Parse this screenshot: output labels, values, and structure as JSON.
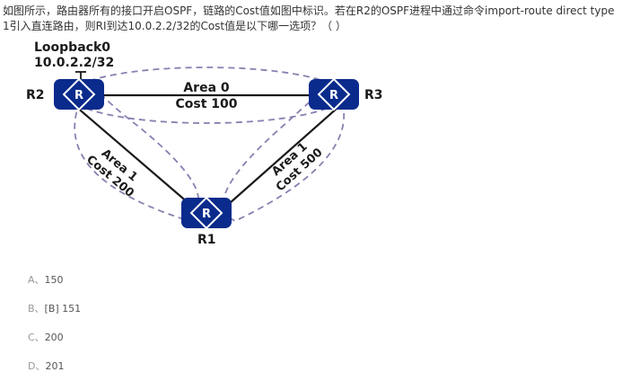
{
  "question": {
    "text": "如图所示，路由器所有的接口开启OSPF，链路的Cost值如图中标识。若在R2的OSPF进程中通过命令import-route direct type 1引入直连路由，则RI到达10.0.2.2/32的Cost值是以下哪一选项？（ ）"
  },
  "diagram": {
    "loopback_name": "Loopback0",
    "loopback_ip": "10.0.2.2/32",
    "routers": {
      "r2": "R2",
      "r3": "R3",
      "r1": "R1"
    },
    "links": {
      "r2_r3": {
        "area": "Area 0",
        "cost": "Cost 100"
      },
      "r2_r1": {
        "area": "Area 1",
        "cost": "Cost 200"
      },
      "r3_r1": {
        "area": "Area 1",
        "cost": "Cost 500"
      }
    },
    "colors": {
      "router_fill": "#0a2b8c",
      "link_line": "#1a1a1a",
      "area_dash": "#8a7fb0"
    }
  },
  "options": [
    {
      "letter": "A、",
      "text": "150"
    },
    {
      "letter": "B、",
      "text": "[B] 151"
    },
    {
      "letter": "C、",
      "text": "200"
    },
    {
      "letter": "D、",
      "text": "201"
    }
  ]
}
